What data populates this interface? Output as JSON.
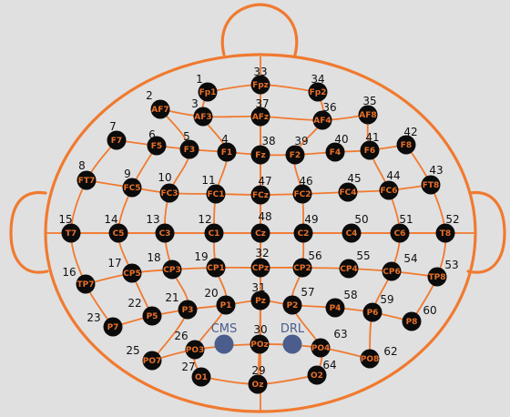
{
  "colors": {
    "background": "#e0e0e0",
    "outline": "#f07a30",
    "electrode": "#0b0b0b",
    "label": "#e8702a",
    "number": "#111111",
    "reference": "#4b5d8c"
  },
  "electrodes": [
    {
      "n": "1",
      "label": "Fp1"
    },
    {
      "n": "33",
      "label": "Fpz"
    },
    {
      "n": "34",
      "label": "Fp2"
    },
    {
      "n": "2",
      "label": "AF7"
    },
    {
      "n": "3",
      "label": "AF3"
    },
    {
      "n": "37",
      "label": "AFz"
    },
    {
      "n": "36",
      "label": "AF4"
    },
    {
      "n": "35",
      "label": "AF8"
    },
    {
      "n": "7",
      "label": "F7"
    },
    {
      "n": "6",
      "label": "F5"
    },
    {
      "n": "5",
      "label": "F3"
    },
    {
      "n": "4",
      "label": "F1"
    },
    {
      "n": "38",
      "label": "Fz"
    },
    {
      "n": "39",
      "label": "F2"
    },
    {
      "n": "40",
      "label": "F4"
    },
    {
      "n": "41",
      "label": "F6"
    },
    {
      "n": "42",
      "label": "F8"
    },
    {
      "n": "8",
      "label": "FT7"
    },
    {
      "n": "9",
      "label": "FC5"
    },
    {
      "n": "10",
      "label": "FC3"
    },
    {
      "n": "11",
      "label": "FC1"
    },
    {
      "n": "47",
      "label": "FCz"
    },
    {
      "n": "46",
      "label": "FC2"
    },
    {
      "n": "45",
      "label": "FC4"
    },
    {
      "n": "44",
      "label": "FC6"
    },
    {
      "n": "43",
      "label": "FT8"
    },
    {
      "n": "15",
      "label": "T7"
    },
    {
      "n": "14",
      "label": "C5"
    },
    {
      "n": "13",
      "label": "C3"
    },
    {
      "n": "12",
      "label": "C1"
    },
    {
      "n": "48",
      "label": "Cz"
    },
    {
      "n": "49",
      "label": "C2"
    },
    {
      "n": "50",
      "label": "C4"
    },
    {
      "n": "51",
      "label": "C6"
    },
    {
      "n": "52",
      "label": "T8"
    },
    {
      "n": "16",
      "label": "TP7"
    },
    {
      "n": "17",
      "label": "CP5"
    },
    {
      "n": "18",
      "label": "CP3"
    },
    {
      "n": "19",
      "label": "CP1"
    },
    {
      "n": "32",
      "label": "CPz"
    },
    {
      "n": "56",
      "label": "CP2"
    },
    {
      "n": "55",
      "label": "CP4"
    },
    {
      "n": "54",
      "label": "CP6"
    },
    {
      "n": "53",
      "label": "TP8"
    },
    {
      "n": "23",
      "label": "P7"
    },
    {
      "n": "22",
      "label": "P5"
    },
    {
      "n": "21",
      "label": "P3"
    },
    {
      "n": "20",
      "label": "P1"
    },
    {
      "n": "31",
      "label": "Pz"
    },
    {
      "n": "57",
      "label": "P2"
    },
    {
      "n": "58",
      "label": "P4"
    },
    {
      "n": "59",
      "label": "P6"
    },
    {
      "n": "60",
      "label": "P8"
    },
    {
      "n": "25",
      "label": "PO7"
    },
    {
      "n": "26",
      "label": "PO3"
    },
    {
      "n": "30",
      "label": "POz"
    },
    {
      "n": "63",
      "label": "PO4"
    },
    {
      "n": "62",
      "label": "PO8"
    },
    {
      "n": "27",
      "label": "O1"
    },
    {
      "n": "29",
      "label": "Oz"
    },
    {
      "n": "64",
      "label": "O2"
    }
  ],
  "references": [
    {
      "label": "CMS"
    },
    {
      "label": "DRL"
    }
  ]
}
